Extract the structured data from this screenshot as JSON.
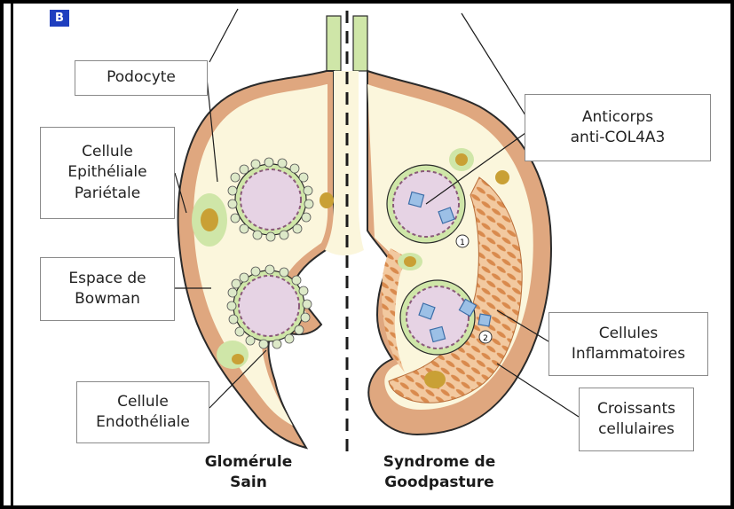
{
  "panel_label": "B",
  "labels": {
    "podocyte": "Podocyte",
    "cellule_epitheliale": [
      "Cellule",
      "Epithéliale",
      "Pariétale"
    ],
    "espace_bowman": [
      "Espace de",
      "Bowman"
    ],
    "cellule_endotheliale": [
      "Cellule",
      "Endothéliale"
    ],
    "anticorps": [
      "Anticorps",
      "anti-COL4A3"
    ],
    "cellules_inflammatoires": [
      "Cellules",
      "Inflammatoires"
    ],
    "croissants": [
      "Croissants",
      "cellulaires"
    ]
  },
  "captions": {
    "left": [
      "Glomérule",
      "Sain"
    ],
    "right": [
      "Syndrome de",
      "Goodpasture"
    ]
  },
  "markers": [
    "1",
    "2"
  ],
  "colors": {
    "capsule": "#dfa77f",
    "capsule_outline": "#2a2a2a",
    "bowman_space": "#fbf6dc",
    "capillary_fill": "#e6d3e4",
    "podocyte": "#cfe6a8",
    "nucleus": "#c9a035",
    "crescent": "#d98a4d",
    "antibody": "#5e8fc9",
    "badge": "#1f3fbf"
  }
}
